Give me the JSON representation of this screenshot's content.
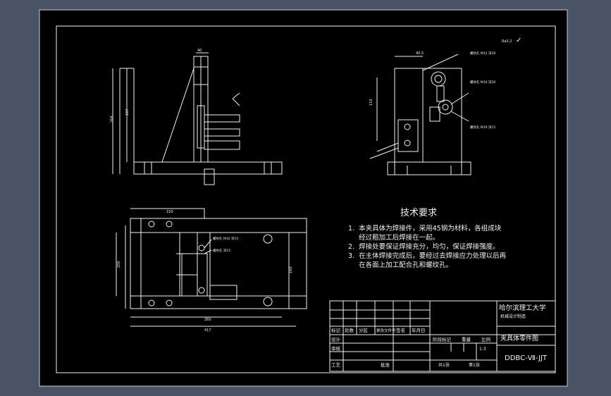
{
  "drawing": {
    "title": "技术要求",
    "notes": [
      "1.  本夹具体为焊接件，采用45钢为材料，各组成块",
      "     经过粗加工后焊接在一起。",
      "2.  焊接处要保证焊接充分，均匀，保证焊接强度。",
      "3.  在主体焊接完成后，要经过去焊接应力处理以后再",
      "     在各面上加工配合孔和螺纹孔。"
    ],
    "title_block": {
      "school": "哈尔滨理工大学",
      "school_sub": "机械设计制造",
      "part_name": "夹具体零件图",
      "drawing_no": "DDBC-Ⅶ-JJT",
      "scale": "1:3",
      "sheets_total": "共1张",
      "sheet_no": "第1张",
      "row_labels": [
        "标记",
        "处数",
        "分区",
        "更改文件号",
        "签名",
        "年月日"
      ],
      "role_labels": [
        "设计",
        "审核",
        "工艺",
        "批准"
      ],
      "stage_label": "阶段标记",
      "weight_label": "重量",
      "scale_label": "比例"
    },
    "dimensions": {
      "top_left_width": "40",
      "top_left_height": "264",
      "top_left_inner": "187",
      "top_right_width": "40.5",
      "top_right_height": "110",
      "plan_width": "150",
      "plan_width2": "260",
      "plan_width3": "417",
      "plan_height": "160",
      "plan_height2": "200"
    },
    "annotations": {
      "top_right_hole1": "螺纹孔 M12 深20",
      "top_right_hole2": "螺纹孔 M10 深20",
      "top_right_hole3": "螺纹孔 M10 深15",
      "bottom_hole": "螺纹孔 M10 深15",
      "bottom_hole2": "螺纹孔 深15",
      "roughness": "Ra3.2"
    },
    "colors": {
      "background": "#000000",
      "line": "#f2f2f2",
      "frame_outer": "#4a5366"
    }
  }
}
